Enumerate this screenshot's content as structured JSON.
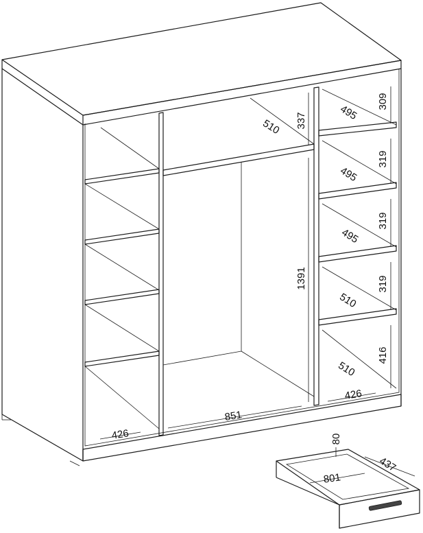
{
  "colors": {
    "line": "#1a1a1a",
    "background": "#ffffff"
  },
  "dimensions": {
    "top_right_shelf_height": "309",
    "right_shelf_height_1": "319",
    "right_shelf_height_2": "319",
    "right_shelf_height_3": "319",
    "right_bottom_height": "416",
    "right_depth_1": "495",
    "right_depth_2": "495",
    "right_depth_3": "495",
    "right_depth_4": "510",
    "right_depth_5": "510",
    "center_top_height": "337",
    "center_top_depth": "510",
    "center_hanging_height": "1391",
    "center_width": "851",
    "left_width": "426",
    "right_width": "426",
    "drawer_height": "80",
    "drawer_depth": "437",
    "drawer_width": "801"
  }
}
